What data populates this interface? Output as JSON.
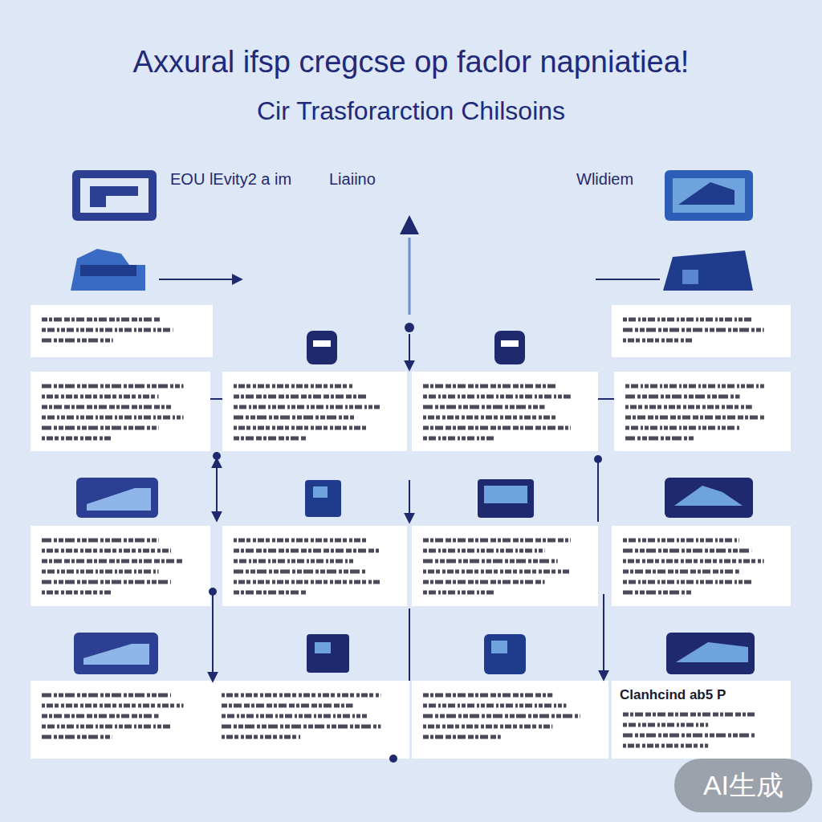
{
  "diagram": {
    "title": "Axxural ifsp cregcse op faclor napniatiea!",
    "nodes": [
      {
        "text": [
          "Clanhcind ab5 P"
        ]
      }
    ],
    "labels": [
      "Cir Trasforarction Chilsoins",
      "EOU lEvity2 a im",
      "Liaiino",
      "Wlidiem",
      "AI生成"
    ]
  }
}
